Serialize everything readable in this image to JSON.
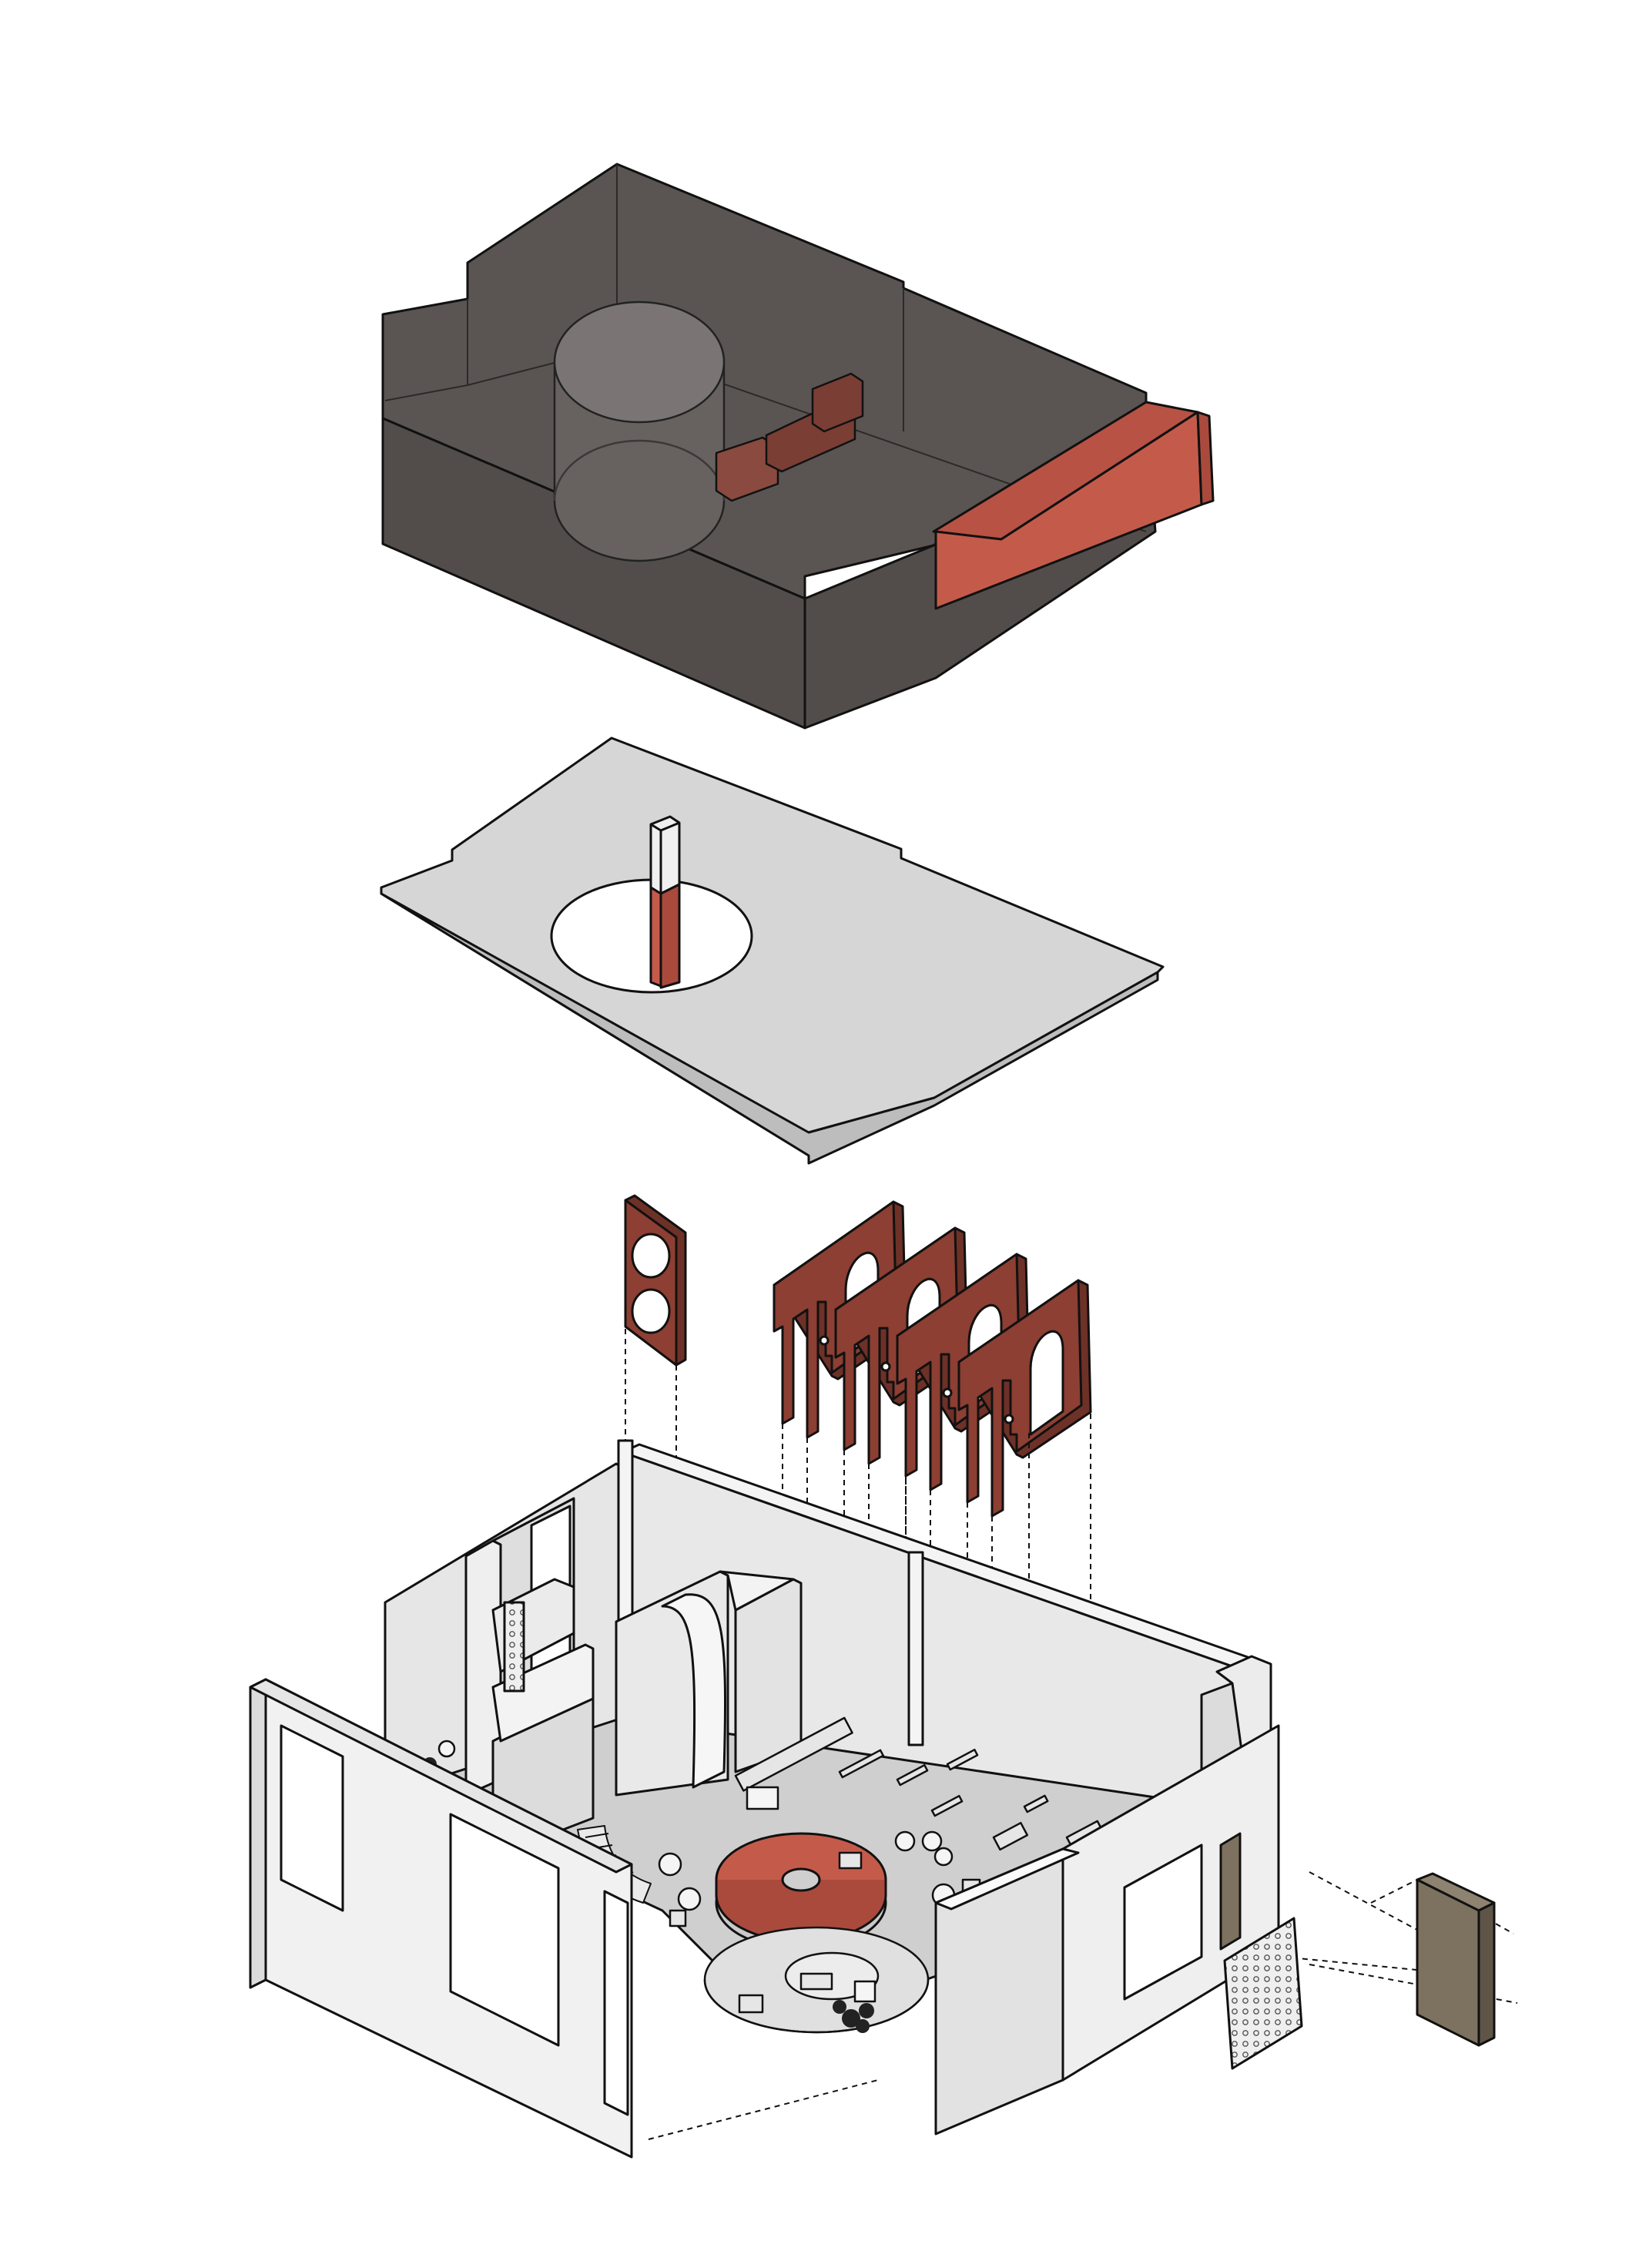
{
  "diagram": {
    "type": "exploded axonometric",
    "layers": [
      {
        "id": "roof-volume",
        "kind": "dark translucent massing with cylinder and cantilever"
      },
      {
        "id": "ceiling-slab",
        "kind": "light grey slab with elliptical opening and column"
      },
      {
        "id": "screen-panels",
        "kind": "red arched wall panels and double-round panel"
      },
      {
        "id": "ground-floor",
        "kind": "open room with walls, furniture, round platform"
      }
    ]
  },
  "colors": {
    "dark_volume": "#5a5553",
    "dark_volume_side": "#4c4746",
    "accent_red": "#c45b4a",
    "panel_red": "#8c3f32",
    "panel_red_side": "#6e3127",
    "slab": "#d6d6d6",
    "wall_light": "#ececec",
    "wall_mid": "#dcdcdc",
    "floor": "#cfcfcf",
    "door_brown": "#7d715f",
    "line": "#111111"
  }
}
